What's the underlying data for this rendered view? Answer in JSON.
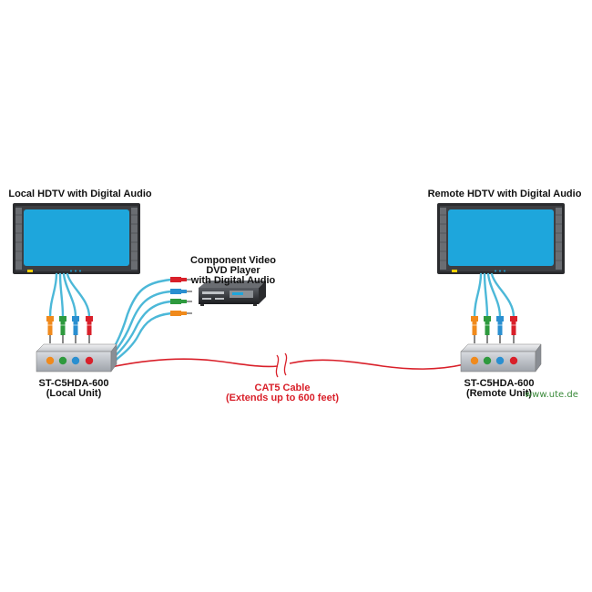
{
  "labels": {
    "local_tv": "Local HDTV with Digital Audio",
    "remote_tv": "Remote HDTV with Digital Audio",
    "dvd_line1": "Component Video",
    "dvd_line2": "DVD Player",
    "dvd_line3": "with Digital Audio",
    "local_unit_model": "ST-C5HDA-600",
    "local_unit_role": "(Local Unit)",
    "remote_unit_model": "ST-C5HDA-600",
    "remote_unit_role": "(Remote Unit)",
    "cable_name": "CAT5 Cable",
    "cable_note": "(Extends up to 600 feet)",
    "watermark": "www.ute.de"
  },
  "colors": {
    "screen": "#1ea6dc",
    "cable": "#d9202a",
    "rca_cable": "#4cb8d8",
    "connector_orange": "#f08a1c",
    "connector_green": "#2e9a3e",
    "connector_blue": "#2a8fd0",
    "connector_red": "#d9202a"
  }
}
